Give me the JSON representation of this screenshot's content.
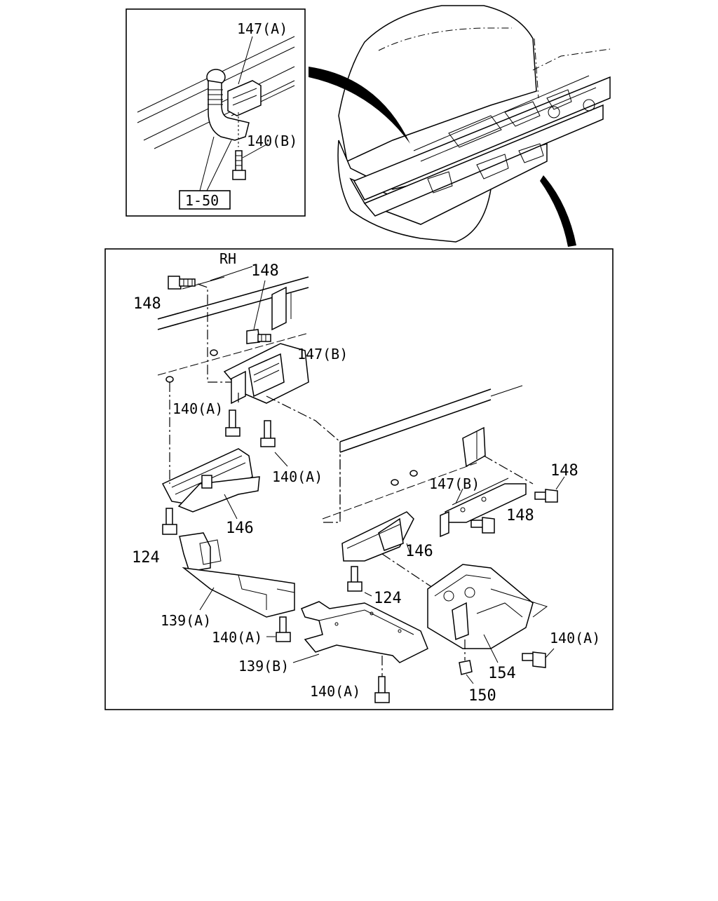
{
  "inset": {
    "labels": {
      "part_147a": "147(A)",
      "part_140b": "140(B)",
      "ref_box": "1-50"
    }
  },
  "main": {
    "side_marker": "RH",
    "labels": {
      "part_148_top_center": "148",
      "part_148_top_left": "148",
      "part_147b_left": "147(B)",
      "part_140a_left": "140(A)",
      "part_140a_mid": "140(A)",
      "part_146_left": "146",
      "part_124_left": "124",
      "part_139a": "139(A)",
      "part_140a_under_139a": "140(A)",
      "part_148_right_top": "148",
      "part_147b_right": "147(B)",
      "part_148_right_mid": "148",
      "part_146_right": "146",
      "part_124_right": "124",
      "part_140a_right": "140(A)",
      "part_154": "154",
      "part_150": "150",
      "part_139b": "139(B)",
      "part_140a_bottom": "140(A)"
    }
  }
}
